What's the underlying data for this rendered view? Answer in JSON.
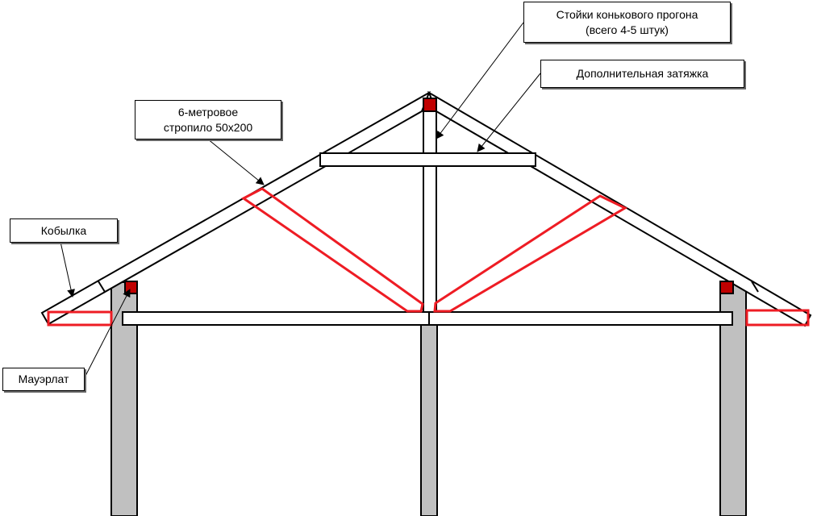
{
  "labels": {
    "ridge_posts": {
      "line1": "Стойки конькового прогона",
      "line2": "(всего 4-5 штук)"
    },
    "extra_tie": "Дополнительная затяжка",
    "rafter": {
      "line1": "6-метровое",
      "line2": "стропило 50х200"
    },
    "kobylka": "Кобылка",
    "mauerlat": "Мауэрлат"
  },
  "colors": {
    "highlight": "#ee1c24",
    "mauerlat_fill": "#c00000",
    "post_fill": "#c0c0c0"
  }
}
